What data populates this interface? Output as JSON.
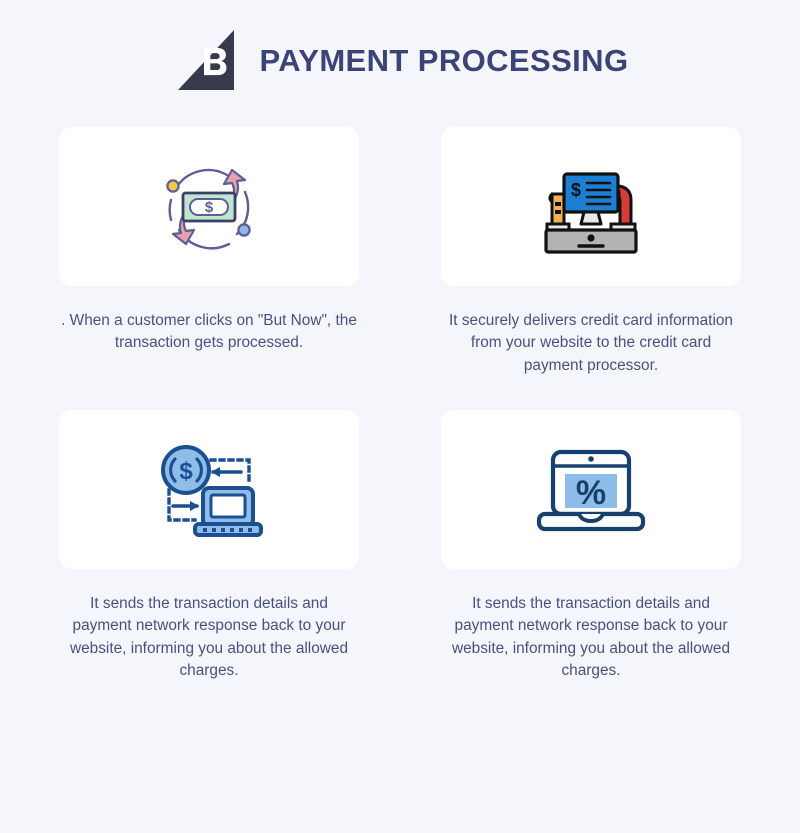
{
  "page": {
    "background_color": "#f4f6fb",
    "card_color": "#ffffff",
    "title_color": "#3c4477",
    "caption_color": "#4a5080"
  },
  "header": {
    "logo_name": "bigcommerce-b-triangle-logo",
    "logo_letter": "B",
    "logo_color": "#373a4d",
    "title": "PAYMENT PROCESSING"
  },
  "cards": [
    {
      "id": "card-transaction-processed",
      "icon_name": "money-circular-arrows-icon",
      "icon_colors": {
        "outline": "#3b3f66",
        "bill_fill": "#bfe6cf",
        "arrow_fill": "#e8a0b0",
        "dot_yellow": "#f5c93f",
        "dot_blue": "#8fb7e8",
        "symbol": "#5b5f93"
      },
      "caption": ". When a customer clicks on \"But Now\", the transaction gets processed."
    },
    {
      "id": "card-secure-delivery",
      "icon_name": "cash-register-terminal-icon",
      "icon_colors": {
        "outline": "#111111",
        "screen_fill": "#1d7fd4",
        "base_fill": "#b3b3b3",
        "receipt_fill": "#f0b254",
        "reader_fill": "#d93b37"
      },
      "caption": "It securely delivers credit card information from your website to the credit card payment processor."
    },
    {
      "id": "card-sends-details-left",
      "icon_name": "coin-laptop-exchange-icon",
      "icon_colors": {
        "outline": "#1b4f91",
        "fill_light": "#8fbdea",
        "fill_mid": "#2a6fc0"
      },
      "caption": "It sends the transaction details and payment network response back to your website, informing you about the allowed charges."
    },
    {
      "id": "card-sends-details-right",
      "icon_name": "laptop-percent-icon",
      "icon_colors": {
        "outline": "#17406e",
        "screen_fill": "#8fbdea"
      },
      "caption": "It sends the transaction details and payment network response back to your website, informing you about the allowed charges."
    }
  ]
}
